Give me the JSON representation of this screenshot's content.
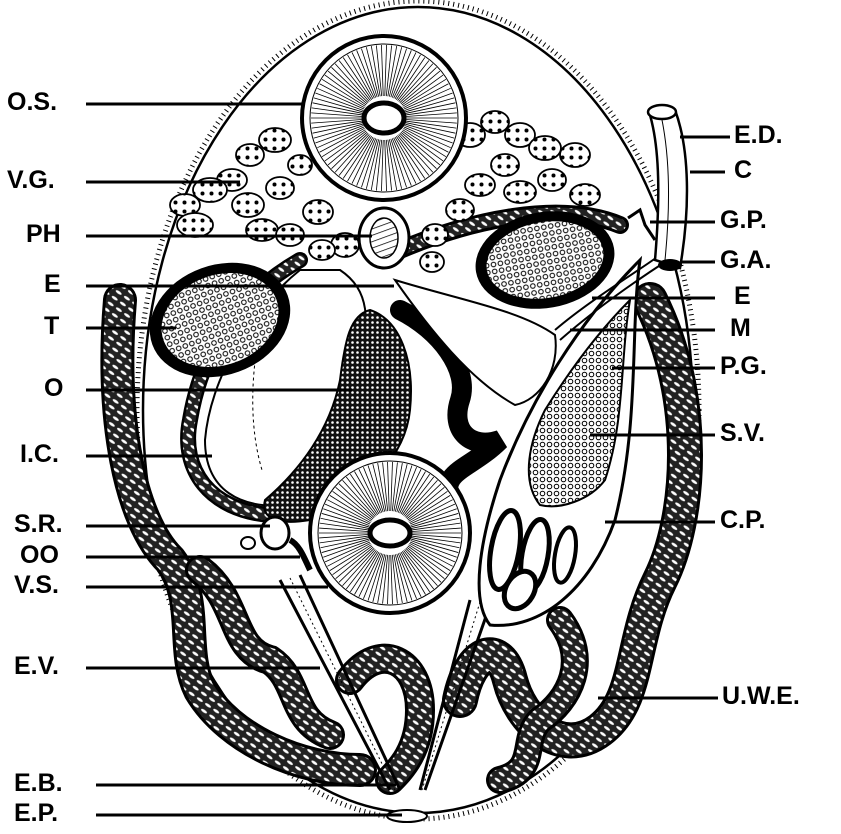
{
  "labels_left": [
    {
      "id": "os",
      "text": "O.S."
    },
    {
      "id": "vg",
      "text": "V.G."
    },
    {
      "id": "ph",
      "text": "PH"
    },
    {
      "id": "e1",
      "text": "E"
    },
    {
      "id": "t",
      "text": "T"
    },
    {
      "id": "o",
      "text": "O"
    },
    {
      "id": "ic",
      "text": "I.C."
    },
    {
      "id": "sr",
      "text": "S.R."
    },
    {
      "id": "oo",
      "text": "OO"
    },
    {
      "id": "vs",
      "text": "V.S."
    },
    {
      "id": "ev",
      "text": "E.V."
    },
    {
      "id": "eb",
      "text": "E.B."
    },
    {
      "id": "ep",
      "text": "E.P."
    }
  ],
  "labels_right": [
    {
      "id": "ed",
      "text": "E.D."
    },
    {
      "id": "c",
      "text": "C"
    },
    {
      "id": "gp",
      "text": "G.P."
    },
    {
      "id": "ga",
      "text": "G.A."
    },
    {
      "id": "e2",
      "text": "E"
    },
    {
      "id": "m",
      "text": "M"
    },
    {
      "id": "pg",
      "text": "P.G."
    },
    {
      "id": "sv",
      "text": "S.V."
    },
    {
      "id": "cp",
      "text": "C.P."
    },
    {
      "id": "uwe",
      "text": "U.W.E."
    }
  ],
  "colors": {
    "ink": "#000000",
    "paper": "#ffffff"
  }
}
